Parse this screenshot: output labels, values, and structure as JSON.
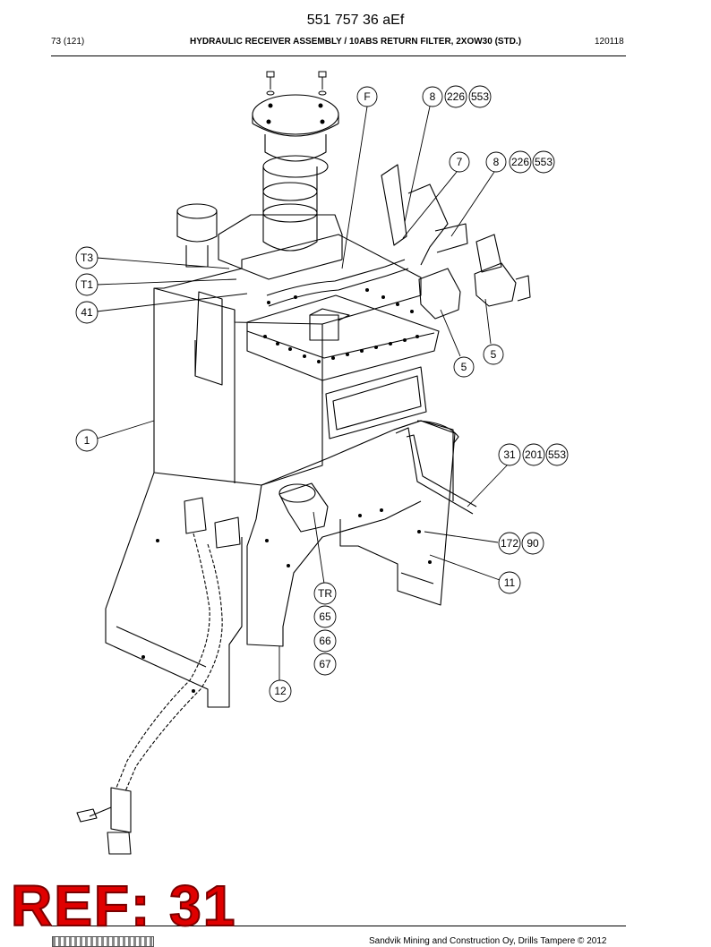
{
  "header": {
    "doc_code": "551 757 36 aEf",
    "page": "73 (121)",
    "title": "HYDRAULIC RECEIVER ASSEMBLY / 10ABS RETURN FILTER, 2XOW30 (STD.)",
    "doc_number": "120118"
  },
  "callouts": [
    {
      "label": "F"
    },
    {
      "label": "8"
    },
    {
      "label": "226"
    },
    {
      "label": "553"
    },
    {
      "label": "7"
    },
    {
      "label": "8"
    },
    {
      "label": "226"
    },
    {
      "label": "553"
    },
    {
      "label": "T3"
    },
    {
      "label": "T1"
    },
    {
      "label": "41"
    },
    {
      "label": "5"
    },
    {
      "label": "5"
    },
    {
      "label": "1"
    },
    {
      "label": "31"
    },
    {
      "label": "201"
    },
    {
      "label": "553"
    },
    {
      "label": "172"
    },
    {
      "label": "90"
    },
    {
      "label": "11"
    },
    {
      "label": "TR"
    },
    {
      "label": "65"
    },
    {
      "label": "66"
    },
    {
      "label": "67"
    },
    {
      "label": "12"
    }
  ],
  "stamp": "REF: 31",
  "footer": {
    "copyright": "Sandvik Mining and Construction Oy, Drills Tampere © 2012"
  },
  "colors": {
    "stamp": "#e00000",
    "line": "#000000"
  }
}
